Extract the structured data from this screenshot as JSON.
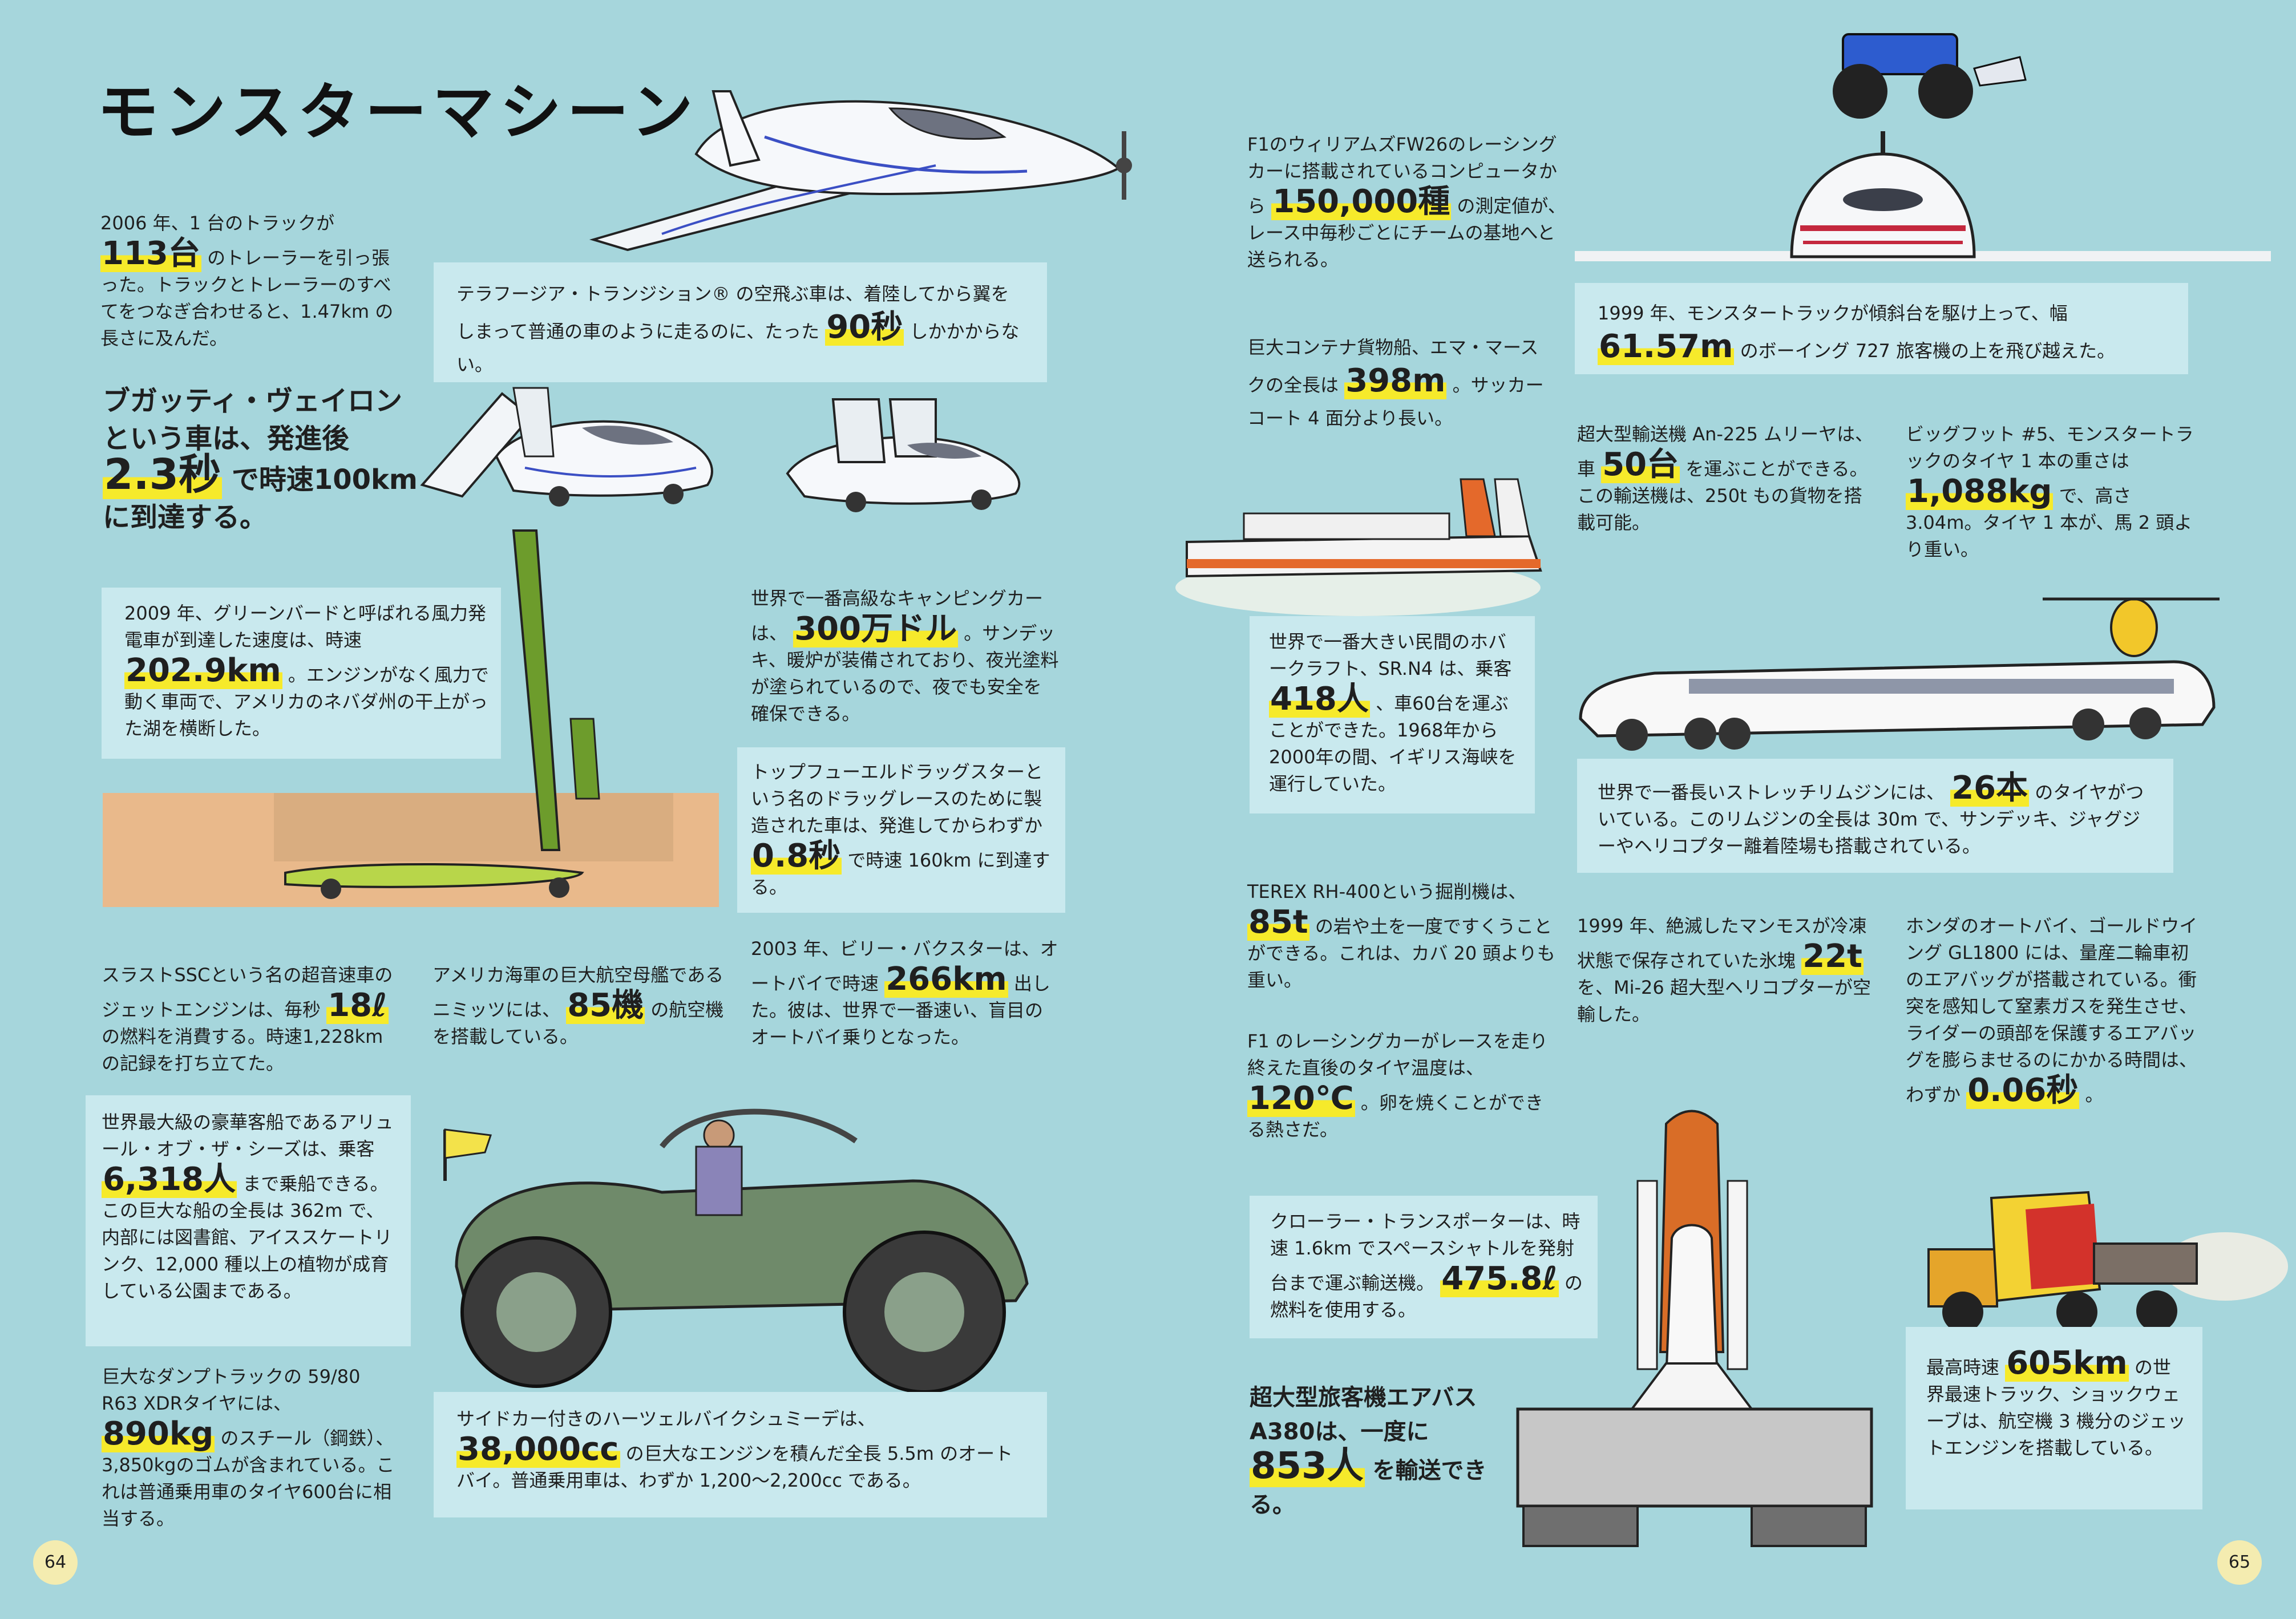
{
  "title": "モンスターマシーン",
  "pages": {
    "left": "64",
    "right": "65"
  },
  "facts": {
    "truck_trailers": {
      "pre": "2006 年、1 台のトラックが",
      "big": "113台",
      "post": "のトレーラーを引っ張った。トラックとトレーラーのすべてをつなぎ合わせると、1.47km の長さに及んだ。"
    },
    "terrafugia": {
      "pre": "テラフージア・トランジション® の空飛ぶ車は、着陸してから翼をしまって普通の車のように走るのに、たった",
      "big": "90秒",
      "post": "しかかからない。"
    },
    "bugatti": {
      "pre": "ブガッティ・ヴェイロンという車は、発進後",
      "big": "2.3秒",
      "post": "で時速100kmに到達する。"
    },
    "greenbird": {
      "pre": "2009 年、グリーンバードと呼ばれる風力発電車が到達した速度は、時速",
      "big": "202.9km",
      "post": "。エンジンがなく風力で動く車両で、アメリカのネバダ州の干上がった湖を横断した。"
    },
    "camping_car": {
      "pre": "世界で一番高級なキャンピングカーは、",
      "big": "300万ドル",
      "post": "。サンデッキ、暖炉が装備されており、夜光塗料が塗られているので、夜でも安全を確保できる。"
    },
    "dragster": {
      "pre": "トップフューエルドラッグスターという名のドラッグレースのために製造された車は、発進してからわずか",
      "big": "0.8秒",
      "post": "で時速 160km に到達する。"
    },
    "thrust_ssc": {
      "pre": "スラストSSCという名の超音速車のジェットエンジンは、毎秒",
      "big": "18ℓ",
      "post": "の燃料を消費する。時速1,228kmの記録を打ち立てた。"
    },
    "nimitz": {
      "pre": "アメリカ海軍の巨大航空母艦であるニミッツには、",
      "big": "85機",
      "post": "の航空機を搭載している。"
    },
    "baxter": {
      "pre": "2003 年、ビリー・バクスターは、オートバイで時速",
      "big": "266km",
      "post": "出した。彼は、世界で一番速い、盲目のオートバイ乗りとなった。"
    },
    "allure": {
      "pre": "世界最大級の豪華客船であるアリュール・オブ・ザ・シーズは、乗客",
      "big": "6,318人",
      "post": "まで乗船できる。この巨大な船の全長は 362m で、内部には図書館、アイススケートリンク、12,000 種以上の植物が成育している公園まである。"
    },
    "dump_truck": {
      "pre": "巨大なダンプトラックの 59/80 R63 XDRタイヤには、",
      "big": "890kg",
      "post": "のスチール（鋼鉄）、3,850kgのゴムが含まれている。これは普通乗用車のタイヤ600台に相当する。"
    },
    "sidecar": {
      "pre": "サイドカー付きのハーツェルバイクシュミーデは、",
      "big": "38,000cc",
      "post": "の巨大なエンジンを積んだ全長 5.5m のオートバイ。普通乗用車は、わずか 1,200～2,200cc である。"
    },
    "f1_computer": {
      "pre": "F1のウィリアムズFW26のレーシングカーに搭載されているコンピュータから",
      "big": "150,000種",
      "post": "の測定値が、レース中毎秒ごとにチームの基地へと送られる。"
    },
    "emma": {
      "pre": "巨大コンテナ貨物船、エマ・マースクの全長は",
      "big": "398m",
      "post": "。サッカーコート 4 面分より長い。"
    },
    "monster_jump": {
      "pre": "1999 年、モンスタートラックが傾斜台を駆け上って、幅",
      "big": "61.57m",
      "post": "のボーイング 727 旅客機の上を飛び越えた。"
    },
    "an225": {
      "pre": "超大型輸送機 An-225 ムリーヤは、車",
      "big": "50台",
      "post": "を運ぶことができる。この輸送機は、250t もの貨物を搭載可能。"
    },
    "bigfoot": {
      "pre": "ビッグフット #5、モンスタートラックのタイヤ 1 本の重さは",
      "big": "1,088kg",
      "post": "で、高さ 3.04m。タイヤ 1 本が、馬 2 頭より重い。"
    },
    "hovercraft": {
      "pre": "世界で一番大きい民間のホバークラフト、SR.N4 は、乗客",
      "big": "418人",
      "post": "、車60台を運ぶことができた。1968年から2000年の間、イギリス海峡を運行していた。"
    },
    "limo": {
      "pre": "世界で一番長いストレッチリムジンには、",
      "big": "26本",
      "post": "のタイヤがついている。このリムジンの全長は 30m で、サンデッキ、ジャグジーやヘリコプター離着陸場も搭載されている。"
    },
    "terex": {
      "pre": "TEREX RH-400という掘削機は、",
      "big": "85t",
      "post": "の岩や土を一度ですくうことができる。これは、カバ 20 頭よりも重い。"
    },
    "mammoth": {
      "pre": "1999 年、絶滅したマンモスが冷凍状態で保存されていた氷塊",
      "big": "22t",
      "post": "を、Mi-26 超大型ヘリコプターが空輸した。"
    },
    "goldwing": {
      "pre": "ホンダのオートバイ、ゴールドウイング GL1800 には、量産二輪車初のエアバッグが搭載されている。衝突を感知して窒素ガスを発生させ、ライダーの頭部を保護するエアバッグを膨らませるのにかかる時間は、わずか",
      "big": "0.06秒",
      "post": "。"
    },
    "f1_tire": {
      "pre": "F1 のレーシングカーがレースを走り終えた直後のタイヤ温度は、",
      "big": "120℃",
      "post": "。卵を焼くことができる熱さだ。"
    },
    "crawler": {
      "pre": "クローラー・トランスポーターは、時速 1.6km でスペースシャトルを発射台まで運ぶ輸送機。",
      "big": "475.8ℓ",
      "post": "の燃料を使用する。"
    },
    "a380": {
      "pre": "超大型旅客機エアバス A380は、一度に",
      "big": "853人",
      "post": "を輸送できる。"
    },
    "shockwave": {
      "pre": "最高時速",
      "big": "605km",
      "post": "の世界最速トラック、ショックウェーブは、航空機 3 機分のジェットエンジンを搭載している。"
    }
  },
  "colors": {
    "background": "#a6d6dc",
    "box": "#c9e9ee",
    "highlight": "#f6ea2b",
    "page_badge": "#f4ecb0"
  }
}
